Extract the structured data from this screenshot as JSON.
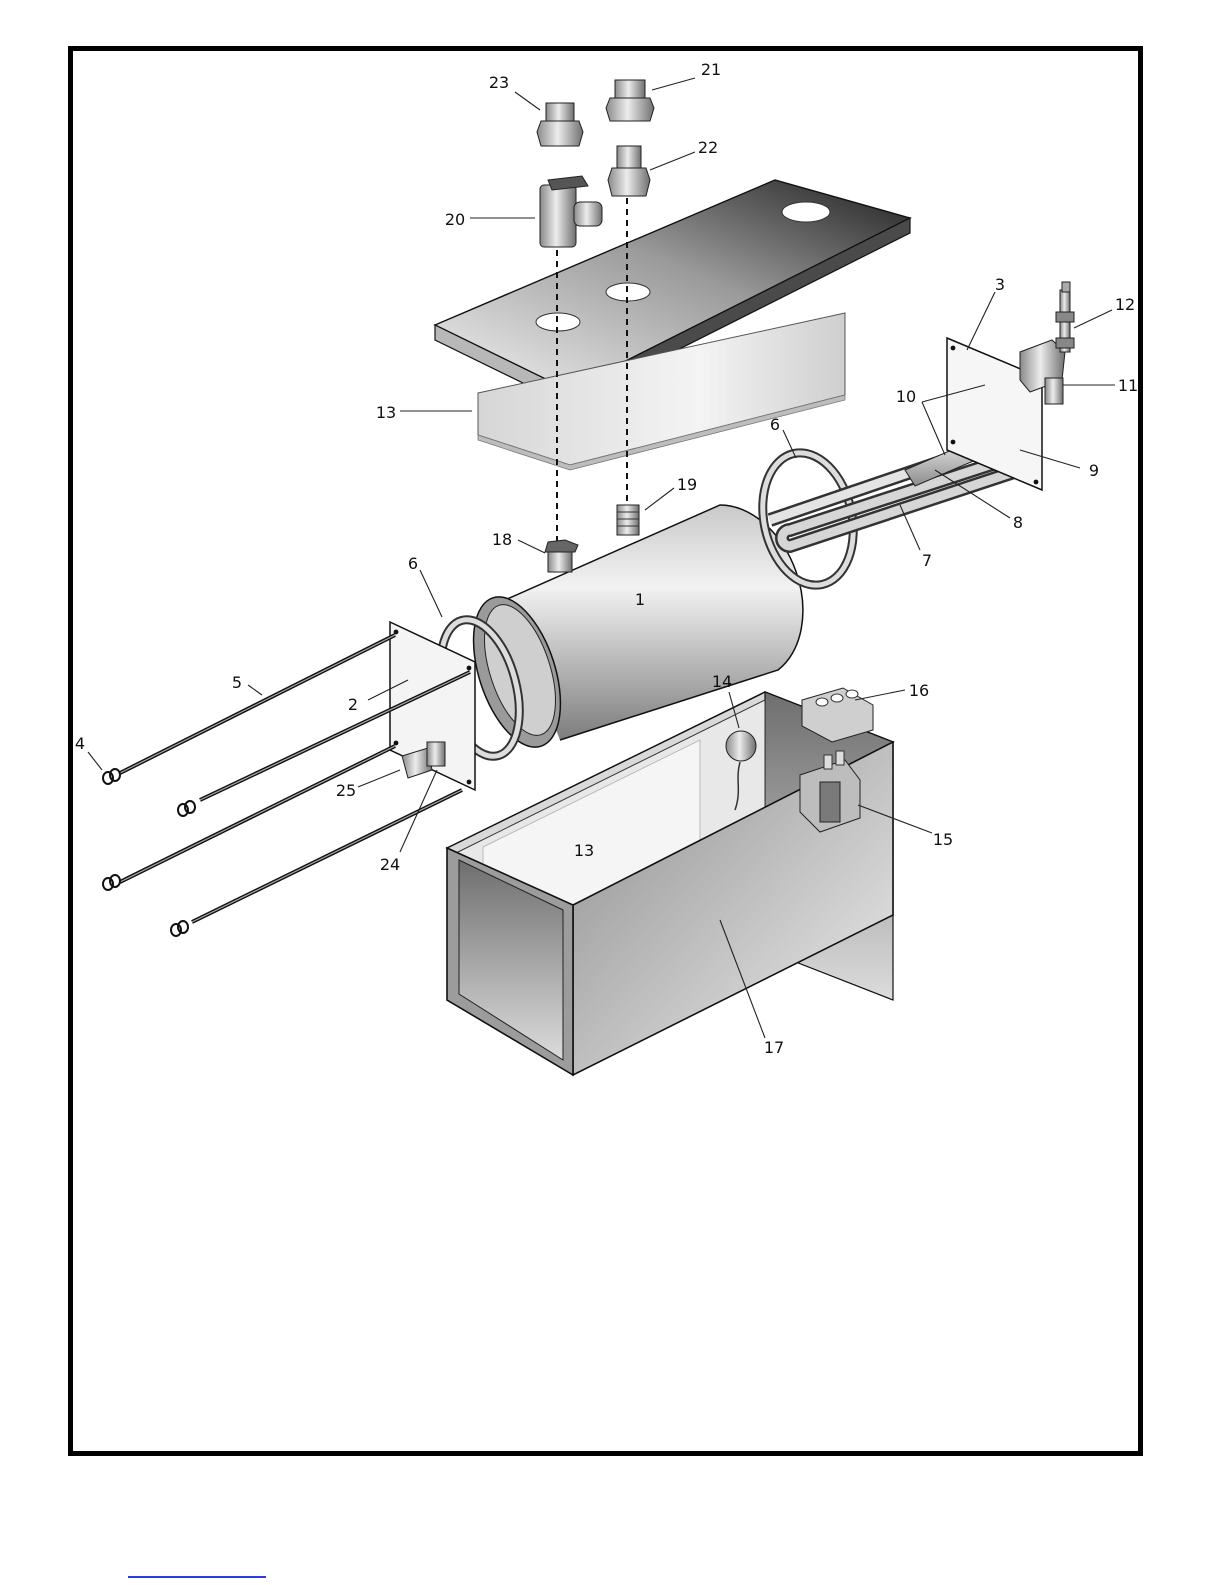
{
  "diagram": {
    "callouts": [
      {
        "id": "1",
        "label": "1"
      },
      {
        "id": "2",
        "label": "2"
      },
      {
        "id": "3",
        "label": "3"
      },
      {
        "id": "4",
        "label": "4"
      },
      {
        "id": "5",
        "label": "5"
      },
      {
        "id": "6a",
        "label": "6"
      },
      {
        "id": "6b",
        "label": "6"
      },
      {
        "id": "7",
        "label": "7"
      },
      {
        "id": "8",
        "label": "8"
      },
      {
        "id": "9",
        "label": "9"
      },
      {
        "id": "10",
        "label": "10"
      },
      {
        "id": "11",
        "label": "11"
      },
      {
        "id": "12",
        "label": "12"
      },
      {
        "id": "13a",
        "label": "13"
      },
      {
        "id": "13b",
        "label": "13"
      },
      {
        "id": "14",
        "label": "14"
      },
      {
        "id": "15",
        "label": "15"
      },
      {
        "id": "16",
        "label": "16"
      },
      {
        "id": "17",
        "label": "17"
      },
      {
        "id": "18",
        "label": "18"
      },
      {
        "id": "19",
        "label": "19"
      },
      {
        "id": "20",
        "label": "20"
      },
      {
        "id": "21",
        "label": "21"
      },
      {
        "id": "22",
        "label": "22"
      },
      {
        "id": "23",
        "label": "23"
      },
      {
        "id": "24",
        "label": "24"
      },
      {
        "id": "25",
        "label": "25"
      }
    ]
  }
}
